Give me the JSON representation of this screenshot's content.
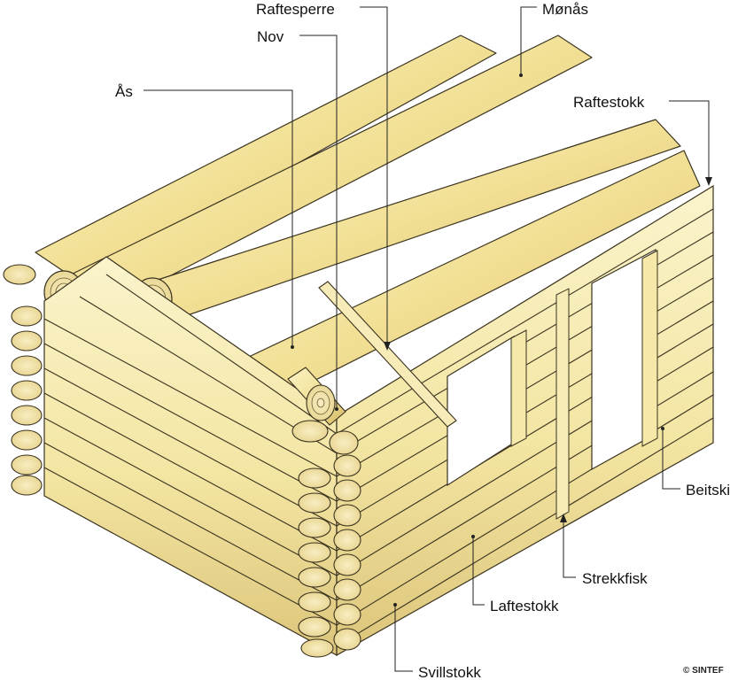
{
  "labels": {
    "raftesperre": "Raftesperre",
    "monas": "Mønås",
    "nov": "Nov",
    "as": "Ås",
    "raftestokk": "Raftestokk",
    "beitski": "Beitski",
    "strekkfisk": "Strekkfisk",
    "laftestokk": "Laftestokk",
    "svillstokk": "Svillstokk"
  },
  "copyright": "© SINTEF",
  "colors": {
    "wood_light": "#fbf3c4",
    "wood_mid": "#f2e39a",
    "wood_dark": "#d9c373",
    "wood_shadow": "#c7ad5e",
    "end_grain": "#f4e7b0",
    "outline": "#3a3320"
  }
}
